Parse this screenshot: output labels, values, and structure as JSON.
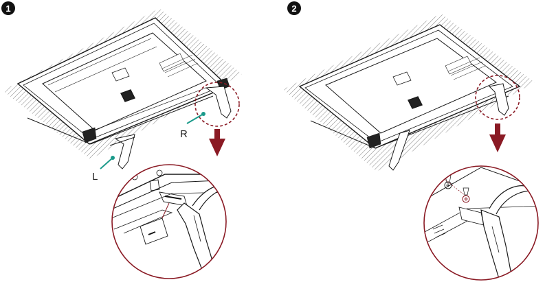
{
  "steps": [
    {
      "number": "1",
      "labels": {
        "right": "R",
        "left": "L"
      }
    },
    {
      "number": "2"
    }
  ],
  "colors": {
    "accent_red": "#8a1a24",
    "callout_teal": "#1a9a8a",
    "line": "#1a1a1a",
    "hatch": "#9a9a9a"
  },
  "icons": [
    "screw-icon",
    "arrow-down-icon",
    "magnifier-callout"
  ]
}
